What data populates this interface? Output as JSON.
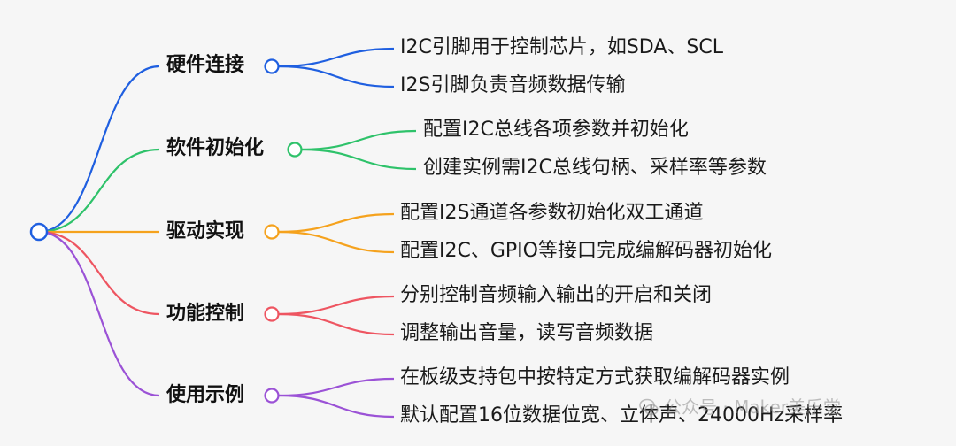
{
  "branches": [
    {
      "label": "硬件连接",
      "color": "#1f5fe0",
      "leaves": [
        "I2C引脚用于控制芯片，如SDA、SCL",
        "I2S引脚负责音频数据传输"
      ]
    },
    {
      "label": "软件初始化",
      "color": "#2ec26a",
      "leaves": [
        "配置I2C总线各项参数并初始化",
        "创建实例需I2C总线句柄、采样率等参数"
      ]
    },
    {
      "label": "驱动实现",
      "color": "#f5a21d",
      "leaves": [
        "配置I2S通道各参数初始化双工通道",
        "配置I2C、GPIO等接口完成编解码器初始化"
      ]
    },
    {
      "label": "功能控制",
      "color": "#ee5561",
      "leaves": [
        "分别控制音频输入输出的开启和关闭",
        "调整输出音量，读写音频数据"
      ]
    },
    {
      "label": "使用示例",
      "color": "#9b52d6",
      "leaves": [
        "在板级支持包中按特定方式获取编解码器实例",
        "默认配置16位数据位宽、立体声、24000Hz采样率"
      ]
    }
  ],
  "root_color": "#1f5fe0",
  "watermark": "公众号 · Maker美乐堂"
}
